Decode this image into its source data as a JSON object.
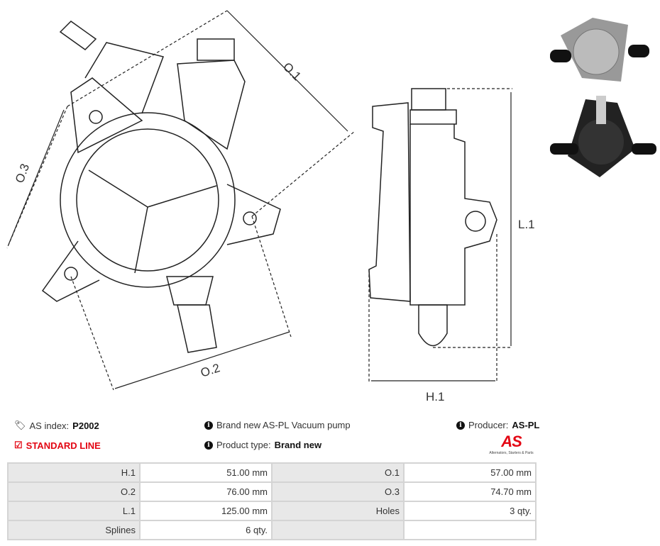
{
  "drawing": {
    "labels": {
      "o1": "O.1",
      "o2": "O.2",
      "o3": "O.3",
      "l1": "L.1",
      "h1": "H.1"
    }
  },
  "info": {
    "as_index_label": "AS index:",
    "as_index_value": "P2002",
    "standard_line": "STANDARD LINE",
    "description": "Brand new AS-PL Vacuum pump",
    "product_type_label": "Product type:",
    "product_type_value": "Brand new",
    "producer_label": "Producer:",
    "producer_value": "AS-PL",
    "logo_text": "AS",
    "logo_sub": "Alternators, Starters & Parts"
  },
  "specs": [
    [
      {
        "k": "H.1",
        "v": "51.00 mm"
      },
      {
        "k": "O.1",
        "v": "57.00 mm"
      }
    ],
    [
      {
        "k": "O.2",
        "v": "76.00 mm"
      },
      {
        "k": "O.3",
        "v": "74.70 mm"
      }
    ],
    [
      {
        "k": "L.1",
        "v": "125.00 mm"
      },
      {
        "k": "Holes",
        "v": "3 qty."
      }
    ],
    [
      {
        "k": "Splines",
        "v": "6 qty."
      },
      {
        "k": "",
        "v": ""
      }
    ]
  ],
  "colors": {
    "accent": "#e30613"
  }
}
